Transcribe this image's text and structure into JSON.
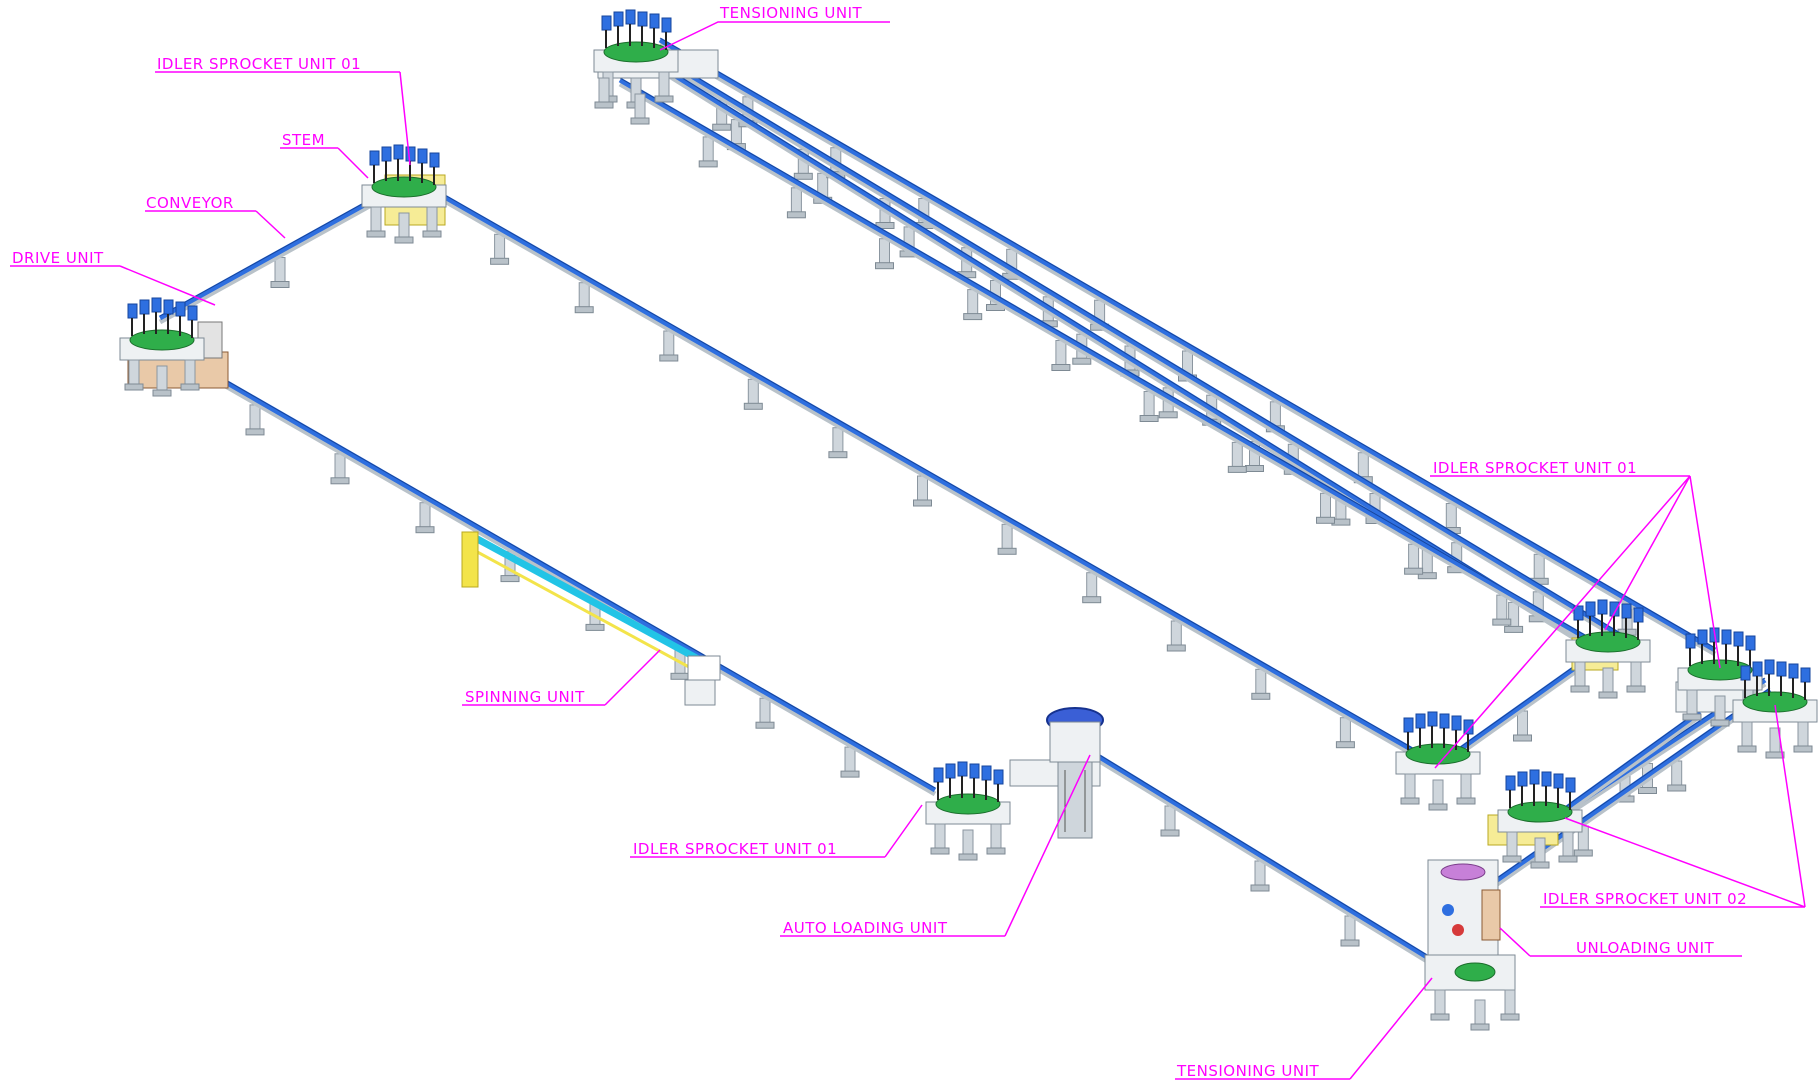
{
  "colors": {
    "label": "#ff00ff",
    "conveyor": "#2e6fe0",
    "conveyor_dark": "#16459c",
    "frame": "#b9c2c9",
    "frame_dark": "#7e8a94",
    "accent_cyan": "#22c4e6",
    "accent_yellow": "#f3e44a",
    "accent_green": "#2fae4a"
  },
  "labels": {
    "tensioning_top": "TENSIONING UNIT",
    "idler_01_left": "IDLER SPROCKET UNIT 01",
    "stem": "STEM",
    "conveyor": "CONVEYOR",
    "drive_unit": "DRIVE UNIT",
    "idler_01_right": "IDLER SPROCKET UNIT 01",
    "spinning_unit": "SPINNING UNIT",
    "idler_01_bottom": "IDLER SPROCKET UNIT 01",
    "auto_loading_unit": "AUTO LOADING UNIT",
    "idler_02": "IDLER SPROCKET UNIT 02",
    "unloading_unit": "UNLOADING UNIT",
    "tensioning_bottom": "TENSIONING UNIT"
  }
}
